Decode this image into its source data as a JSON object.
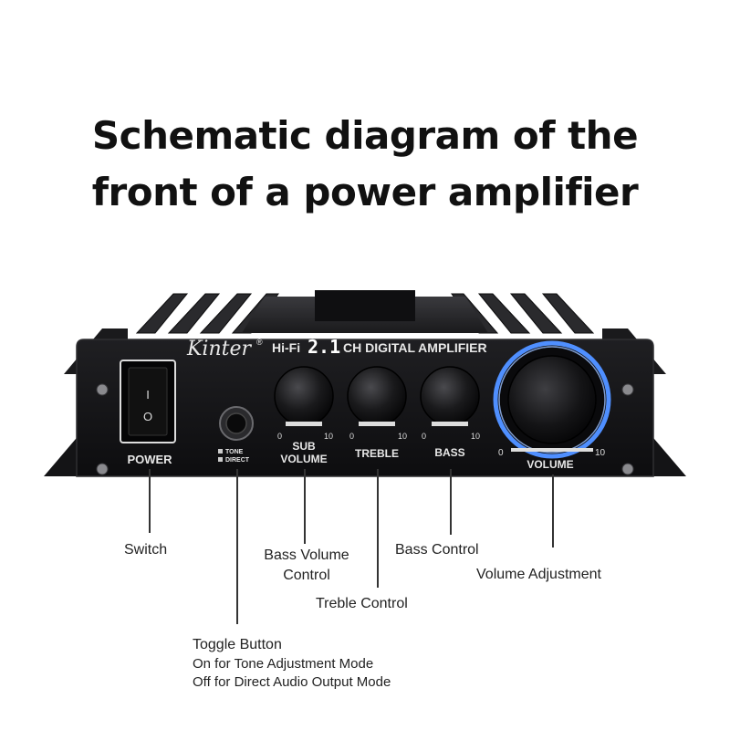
{
  "title": {
    "line1": "Schematic diagram of the",
    "line2": "front of a power amplifier"
  },
  "panel": {
    "brand": "Kinter",
    "brand_mark": "®",
    "model_prefix": "Hi-Fi",
    "model_number": "2.1",
    "model_suffix": "CH DIGITAL AMPLIFIER",
    "power_label": "POWER",
    "switch_on_symbol": "I",
    "switch_off_symbol": "O",
    "toggle_label_top": "TONE",
    "toggle_label_bottom": "DIRECT",
    "knobs": [
      {
        "label1": "SUB",
        "label2": "VOLUME",
        "min": "0",
        "max": "10"
      },
      {
        "label1": "TREBLE",
        "label2": "",
        "min": "0",
        "max": "10"
      },
      {
        "label1": "BASS",
        "label2": "",
        "min": "0",
        "max": "10"
      }
    ],
    "volume": {
      "label": "VOLUME",
      "min": "0",
      "max": "10"
    }
  },
  "callouts": {
    "switch": "Switch",
    "bass_volume_1": "Bass Volume",
    "bass_volume_2": "Control",
    "bass_control": "Bass Control",
    "volume_adjustment": "Volume Adjustment",
    "treble_control": "Treble Control",
    "toggle_1": "Toggle Button",
    "toggle_2": "On for Tone Adjustment Mode",
    "toggle_3": "Off for Direct Audio Output Mode"
  },
  "colors": {
    "chassis": "#1c1c1e",
    "panel": "#111113",
    "volume_ring": "#4f8fff",
    "label_text": "#e8e8e8"
  }
}
